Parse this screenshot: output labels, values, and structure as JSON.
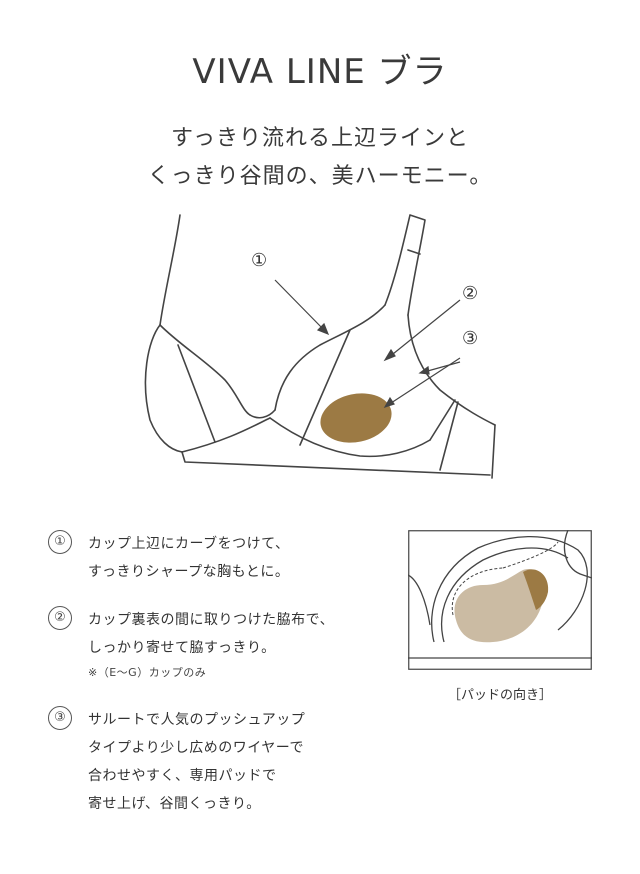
{
  "header": {
    "title": "VIVA LINE ブラ",
    "subtitle_line1": "すっきり流れる上辺ラインと",
    "subtitle_line2": "くっきり谷間の、美ハーモニー。"
  },
  "diagram": {
    "callout_1": "①",
    "callout_2": "②",
    "callout_3": "③"
  },
  "features": [
    {
      "num": "①",
      "line1": "カップ上辺にカーブをつけて、",
      "line2": "すっきりシャープな胸もとに。"
    },
    {
      "num": "②",
      "line1": "カップ裏表の間に取りつけた脇布で、",
      "line2": "しっかり寄せて脇すっきり。",
      "note": "※（E〜G）カップのみ"
    },
    {
      "num": "③",
      "line1": "サルートで人気のプッシュアップ",
      "line2": "タイプより少し広めのワイヤーで",
      "line3": "合わせやすく、専用パッドで",
      "line4": "寄せ上げ、谷間くっきり。"
    }
  ],
  "inset": {
    "caption": "［パッドの向き］"
  },
  "colors": {
    "pad": "#9c7a44",
    "pad_light": "#cbbba3",
    "line": "#444444"
  }
}
